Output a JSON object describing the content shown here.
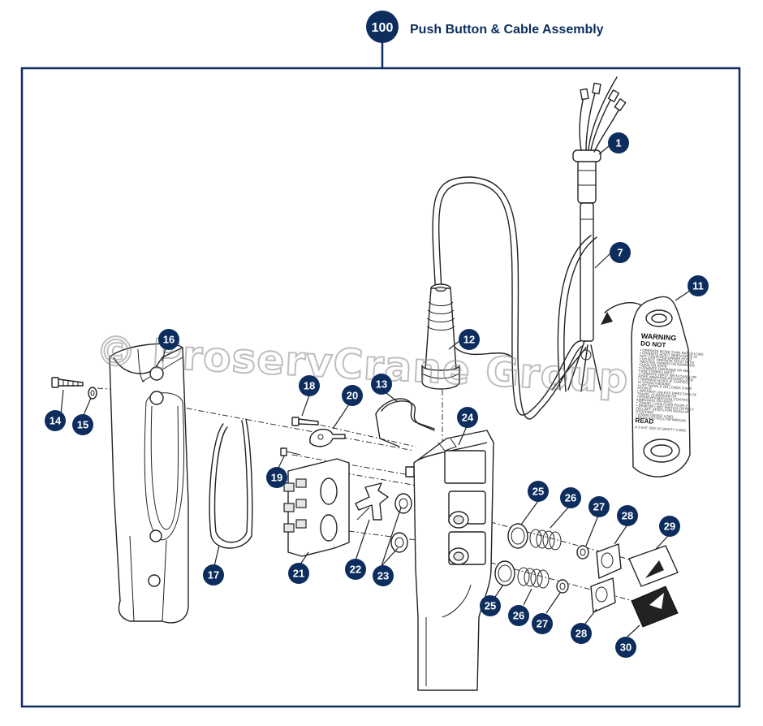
{
  "header": {
    "assembly_number": "100",
    "title": "Push Button & Cable Assembly"
  },
  "colors": {
    "callout_fill": "#0d2d5e",
    "title_text": "#0d2d5e",
    "frame": "#0d2d5e"
  },
  "watermark": "© ProservCrane Group",
  "tag_text": {
    "warning": "WARNING",
    "do_not": "DO NOT",
    "read": "READ",
    "lines": [
      "• OPERATE MORE THAN RATED LOAD",
      "• OPERATE HOIST WHEN HOOK IS",
      "  NOT CENTERED UNDER HOIST",
      "• DO NOT OPERATE HOIST WITH",
      "  TWISTED, KINKED OR DAMAGED",
      "  CHAIN OR ROPE",
      "• OPERATE DAMAGED OR MAL-",
      "  FUNCTIONING HOIST",
      "• OPERATE HOIST WITH CHAIN OR",
      "  ROPE WRAPPED AROUND LOAD",
      "• OPERATE HOIST IF CONTROL",
      "  IS SPONGY/BOUND",
      "• LIFT PEOPLE OR LOADS OVER",
      "  PEOPLE",
      "• OPERATE UNLESS DIRECTION OF",
      "  TRAVEL IS MARKED ON",
      "• REMOVE/OBSCURE CONTROL",
      "  MARKINGS ON HOIST",
      "• TRAVEL LOAD OVER PEOPLE",
      "• REMOVE LIMIT SWITCH OR RELY",
      "  ON LIMIT STOPS FOR REGULAR",
      "  STOPPING",
      "• STAND UNDER LOAD",
      "• READ AND FOLLOW MANUAL"
    ],
    "footer": "A.S.M.E. B30.16 SAFETY CODE"
  },
  "callouts": [
    {
      "label": "1"
    },
    {
      "label": "7"
    },
    {
      "label": "11"
    },
    {
      "label": "12"
    },
    {
      "label": "13"
    },
    {
      "label": "14"
    },
    {
      "label": "15"
    },
    {
      "label": "16"
    },
    {
      "label": "17"
    },
    {
      "label": "18"
    },
    {
      "label": "19"
    },
    {
      "label": "20"
    },
    {
      "label": "21"
    },
    {
      "label": "22"
    },
    {
      "label": "23"
    },
    {
      "label": "24"
    },
    {
      "label": "25"
    },
    {
      "label": "26"
    },
    {
      "label": "27"
    },
    {
      "label": "28"
    },
    {
      "label": "29"
    },
    {
      "label": "25"
    },
    {
      "label": "26"
    },
    {
      "label": "27"
    },
    {
      "label": "28"
    },
    {
      "label": "30"
    }
  ]
}
